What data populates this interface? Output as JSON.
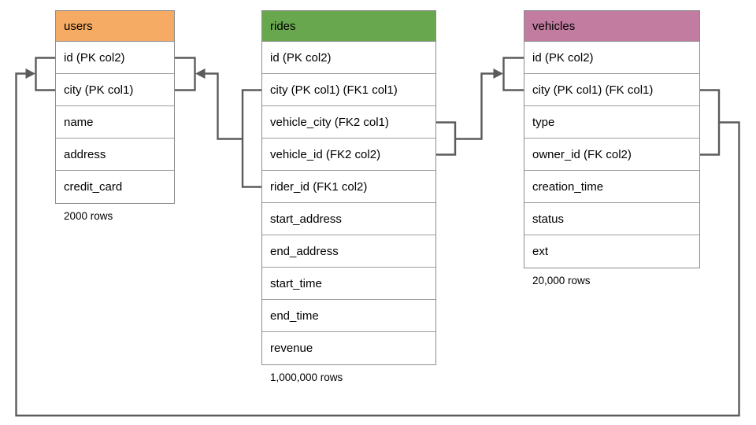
{
  "diagram": {
    "tables": [
      {
        "id": "users",
        "title": "users",
        "header_color": "#F5AB63",
        "columns": [
          "id (PK col2)",
          "city (PK col1)",
          "name",
          "address",
          "credit_card"
        ],
        "caption": "2000 rows"
      },
      {
        "id": "rides",
        "title": "rides",
        "header_color": "#68A74E",
        "columns": [
          "id (PK col2)",
          "city (PK col1) (FK1 col1)",
          "vehicle_city (FK2 col1)",
          "vehicle_id (FK2 col2)",
          "rider_id (FK1 col2)",
          "start_address",
          "end_address",
          "start_time",
          "end_time",
          "revenue"
        ],
        "caption": "1,000,000 rows"
      },
      {
        "id": "vehicles",
        "title": "vehicles",
        "header_color": "#C17CA0",
        "columns": [
          "id (PK col2)",
          "city (PK col1) (FK col1)",
          "type",
          "owner_id (FK col2)",
          "creation_time",
          "status",
          "ext"
        ],
        "caption": "20,000 rows"
      }
    ],
    "colors": {
      "connector_line": "#5b5b5b",
      "table_border": "#8c8c8c",
      "row_divider": "#9e9e9e"
    }
  }
}
